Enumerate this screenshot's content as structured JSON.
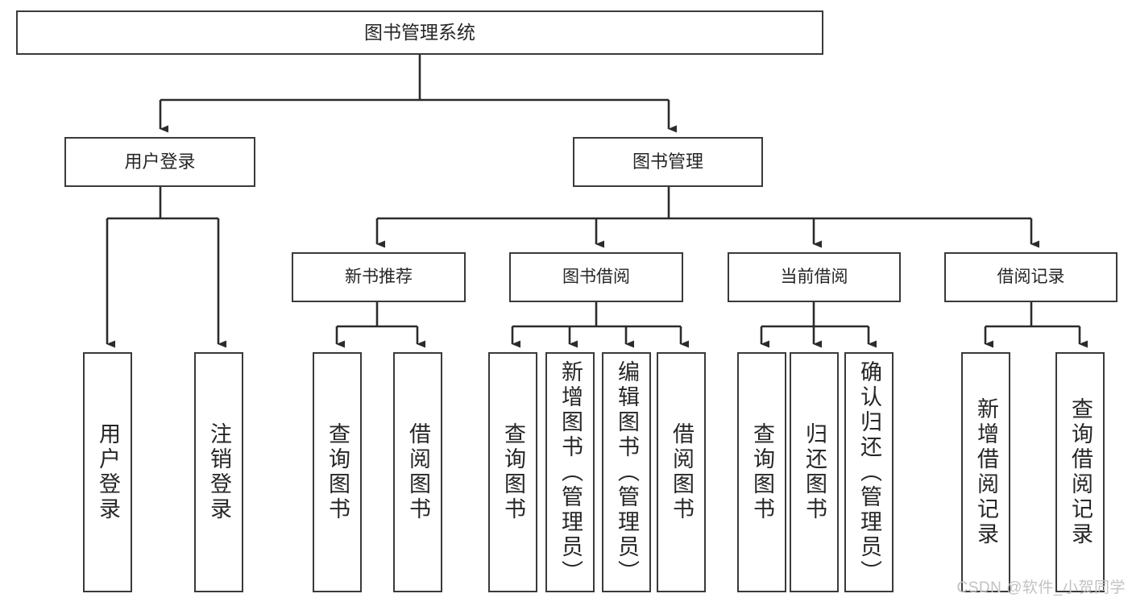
{
  "diagram": {
    "title": "图书管理系统",
    "type": "hierarchy-tree",
    "background_color": "#ffffff",
    "box_border_color": "#3a3a3a",
    "text_color": "#262626"
  },
  "root": {
    "label": "图书管理系统"
  },
  "level2": [
    {
      "label": "用户登录"
    },
    {
      "label": "图书管理"
    }
  ],
  "level3": [
    {
      "label": "新书推荐"
    },
    {
      "label": "图书借阅"
    },
    {
      "label": "当前借阅"
    },
    {
      "label": "借阅记录"
    }
  ],
  "leaves": {
    "user_login": [
      {
        "label": "用户登录"
      },
      {
        "label": "注销登录"
      }
    ],
    "new_book_recommend": [
      {
        "label": "查询图书"
      },
      {
        "label": "借阅图书"
      }
    ],
    "book_borrow": [
      {
        "label": "查询图书"
      },
      {
        "label": "新增图书（管理员）"
      },
      {
        "label": "编辑图书（管理员）"
      },
      {
        "label": "借阅图书"
      }
    ],
    "current_borrow": [
      {
        "label": "查询图书"
      },
      {
        "label": "归还图书"
      },
      {
        "label": "确认归还（管理员）"
      }
    ],
    "borrow_record": [
      {
        "label": "新增借阅记录"
      },
      {
        "label": "查询借阅记录"
      }
    ]
  },
  "watermark": {
    "text": "CSDN @软件_小贺同学"
  }
}
